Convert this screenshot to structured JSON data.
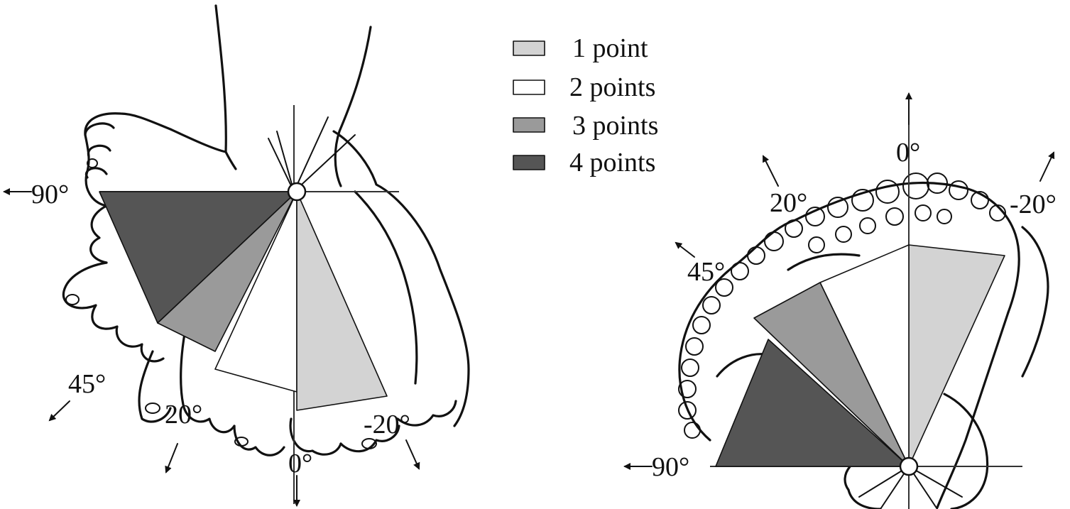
{
  "legend": [
    {
      "label": "1 point",
      "fill": "#d3d3d3"
    },
    {
      "label": "2 points",
      "fill": "#ffffff"
    },
    {
      "label": "3 points",
      "fill": "#9a9a9a"
    },
    {
      "label": "4 points",
      "fill": "#555555"
    }
  ],
  "left_diagram": {
    "angle_labels": {
      "deg90": "90°",
      "deg45": "45°",
      "deg20": "20°",
      "deg0": "0°",
      "degm20": "-20°"
    }
  },
  "right_diagram": {
    "angle_labels": {
      "deg0": "0°",
      "deg20": "20°",
      "degm20": "-20°",
      "deg45": "45°",
      "deg90": "90°"
    }
  },
  "colors": {
    "one_point": "#d3d3d3",
    "two_points": "#ffffff",
    "three_points": "#9a9a9a",
    "four_points": "#555555",
    "line": "#111111"
  }
}
